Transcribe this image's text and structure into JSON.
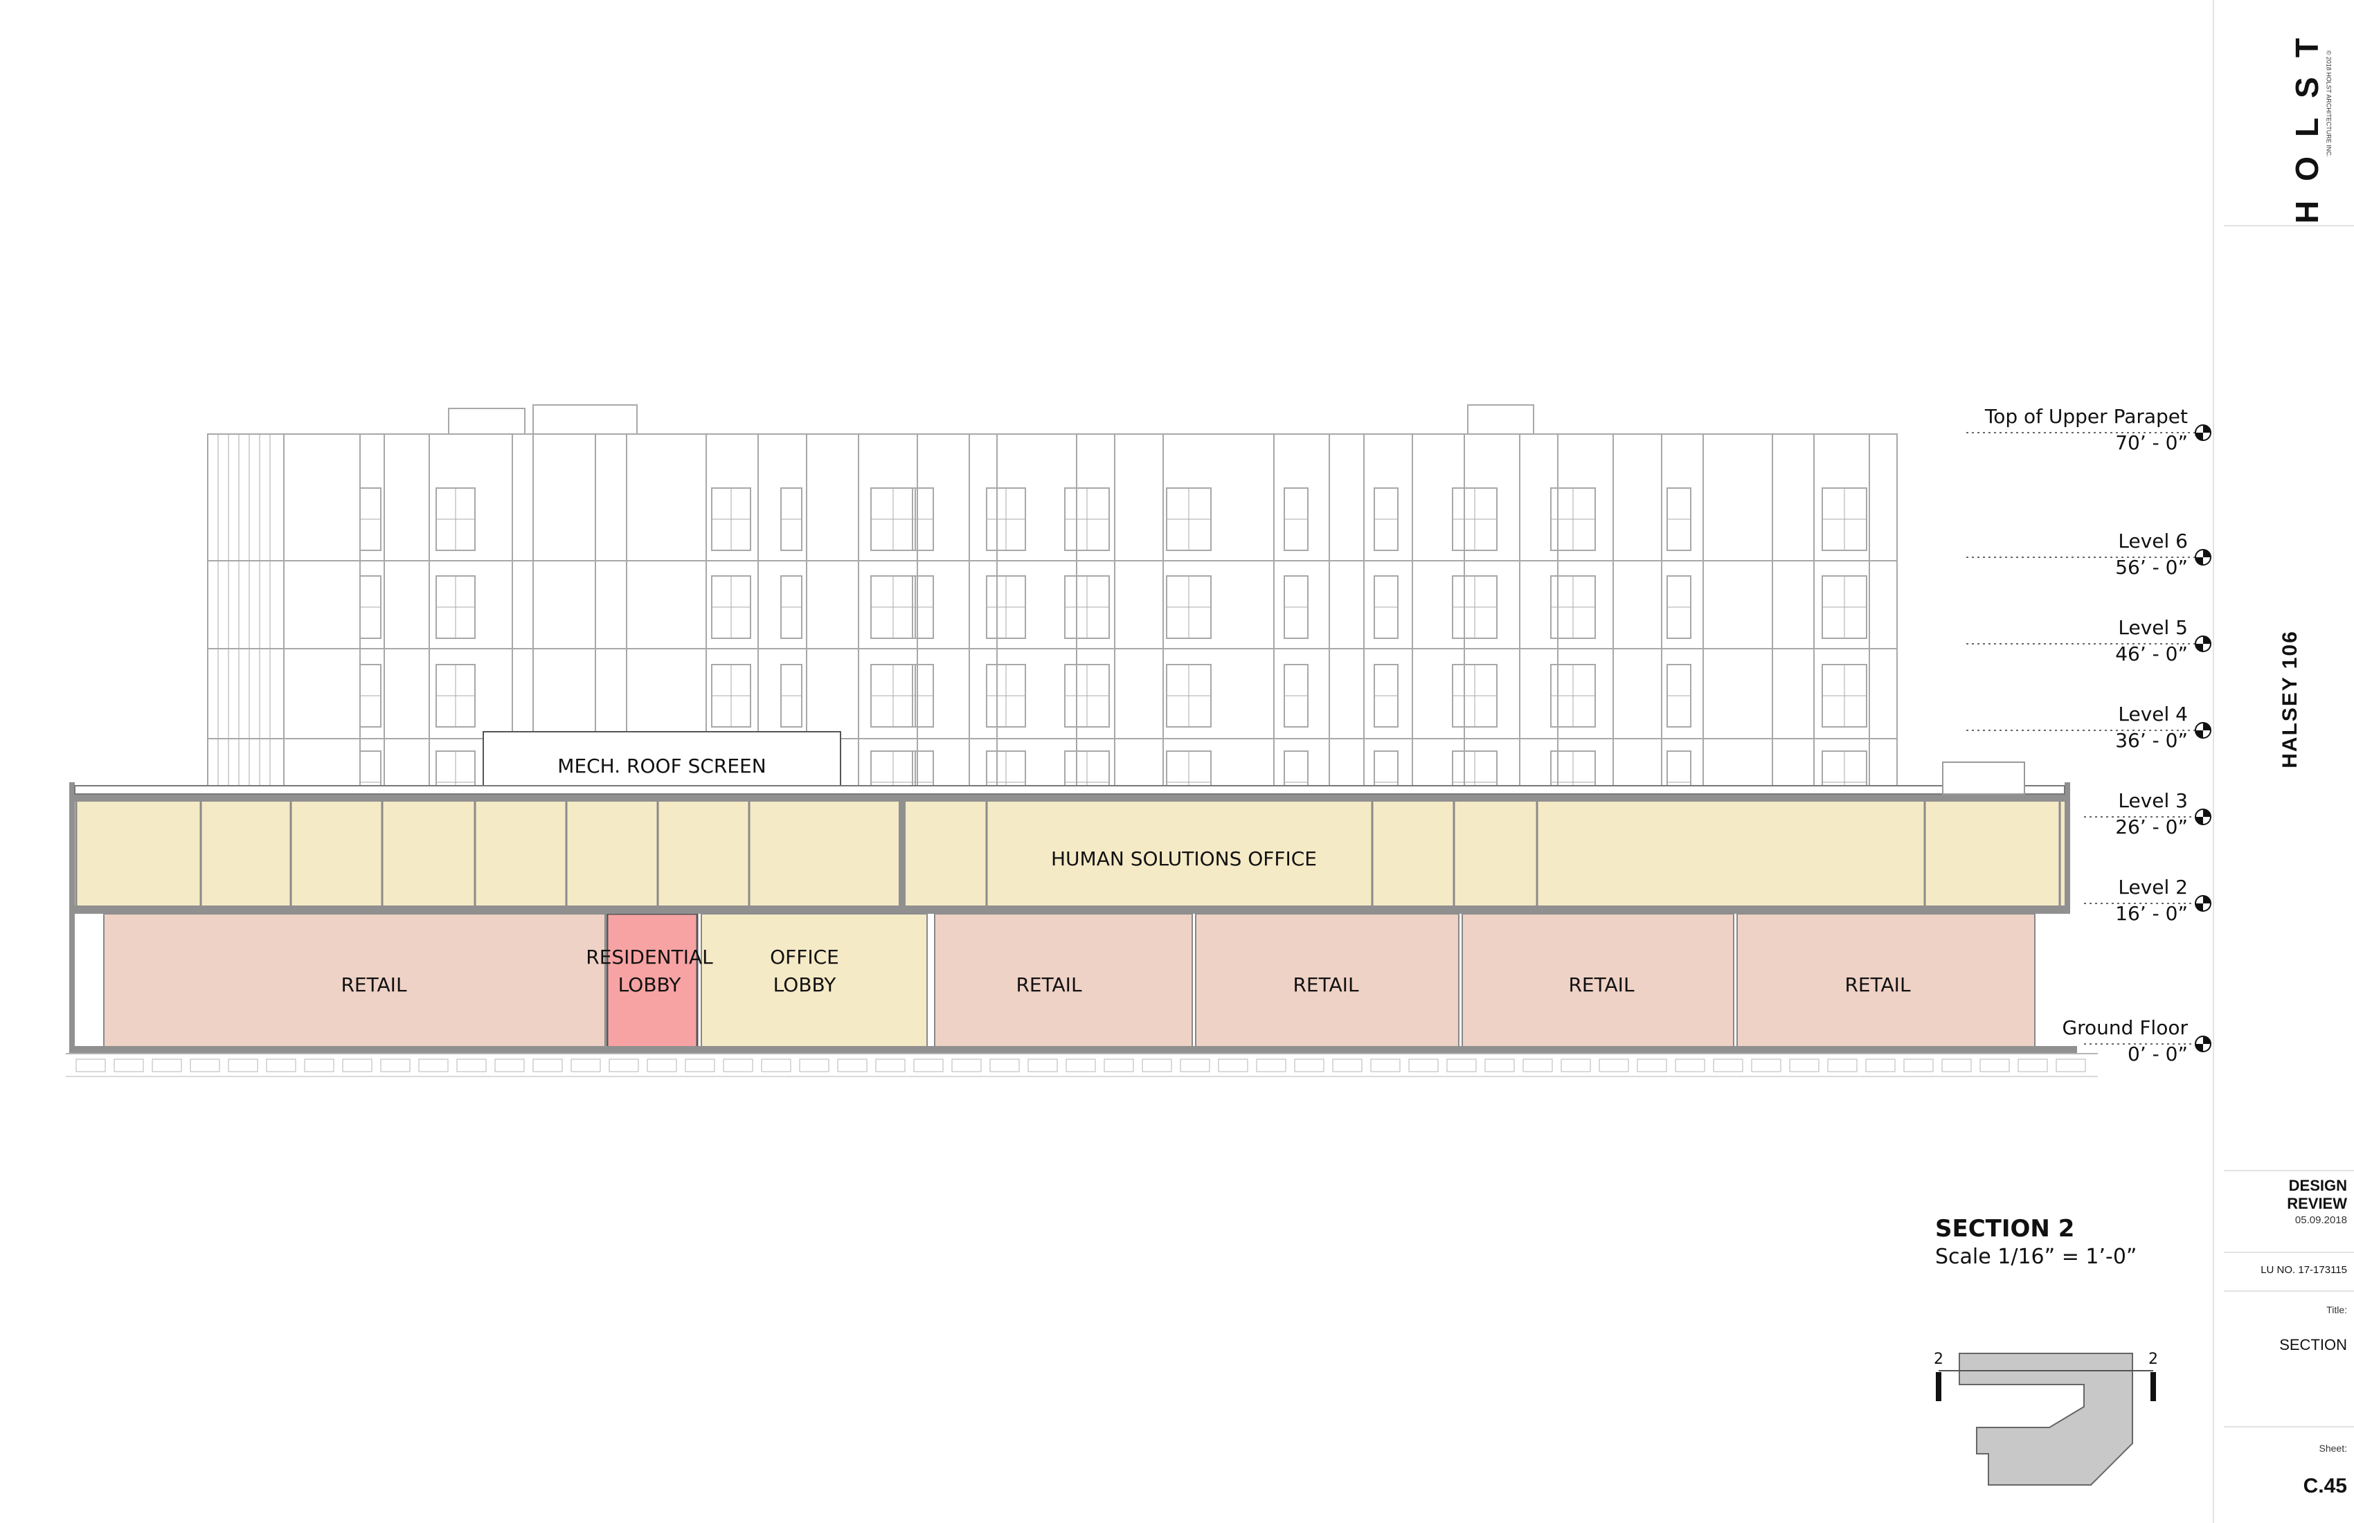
{
  "project_title": "HALSEY 106",
  "firm": {
    "logo": "HOLST",
    "copyright": "© 2018 HOLST ARCHITECTURE INC."
  },
  "title_block": {
    "phase": "DESIGN REVIEW",
    "phase_line1": "DESIGN",
    "phase_line2": "REVIEW",
    "date": "05.09.2018",
    "lu_number": "LU NO. 17-173115",
    "title_label": "Title:",
    "title": "SECTION",
    "sheet_label": "Sheet:",
    "sheet": "C.45"
  },
  "drawing": {
    "title": "SECTION 2",
    "scale": "Scale 1/16” = 1’-0”",
    "key_plan_marker": "2"
  },
  "spaces": {
    "mech_screen": "MECH. ROOF SCREEN",
    "office_floor": "HUMAN SOLUTIONS OFFICE",
    "retail": "RETAIL",
    "residential_lobby_line1": "RESIDENTIAL",
    "residential_lobby_line2": "LOBBY",
    "office_lobby_line1": "OFFICE",
    "office_lobby_line2": "LOBBY"
  },
  "levels": [
    {
      "name": "Top of Upper Parapet",
      "elevation": "70’ - 0”"
    },
    {
      "name": "Level 6",
      "elevation": "56’ - 0”"
    },
    {
      "name": "Level 5",
      "elevation": "46’ - 0”"
    },
    {
      "name": "Level 4",
      "elevation": "36’ - 0”"
    },
    {
      "name": "Level 3",
      "elevation": "26’ - 0”"
    },
    {
      "name": "Level 2",
      "elevation": "16’ - 0”"
    },
    {
      "name": "Ground Floor",
      "elevation": "0’ - 0”"
    }
  ],
  "colors": {
    "office_fill": "#f5eac6",
    "retail_fill": "#efd2c6",
    "residential_lobby_fill": "#f8a3a3",
    "slab": "#909090",
    "linework": "#9a9a9a",
    "key_plan_fill": "#c8c8c8"
  }
}
